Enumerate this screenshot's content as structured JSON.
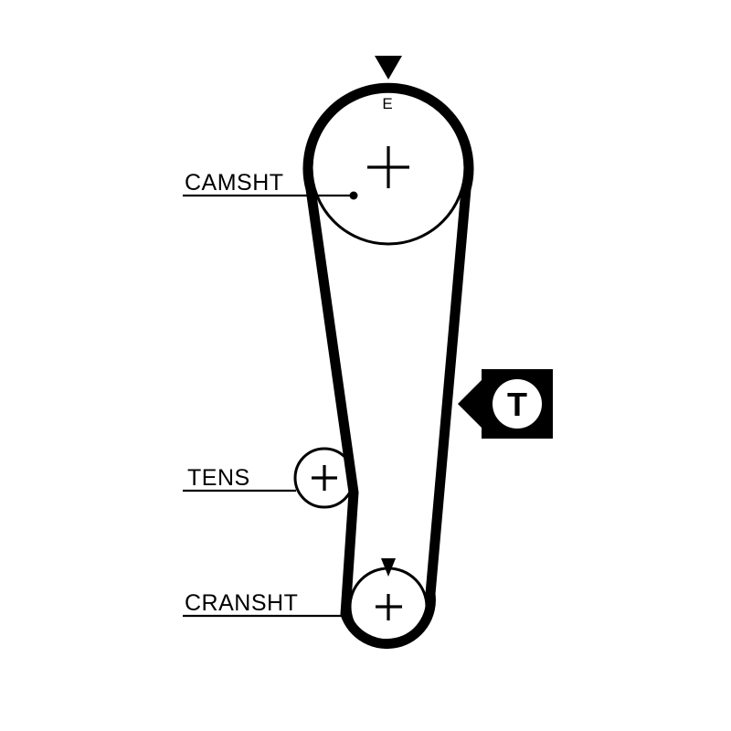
{
  "diagram": {
    "title": "timing-belt-routing-diagram",
    "background_color": "#ffffff",
    "line_color": "#000000",
    "camshaft": {
      "label": "CAMSHT",
      "mark": "E"
    },
    "tensioner": {
      "label": "TENS"
    },
    "crankshaft": {
      "label": "CRANSHT"
    },
    "direction_badge": {
      "letter": "T"
    }
  }
}
